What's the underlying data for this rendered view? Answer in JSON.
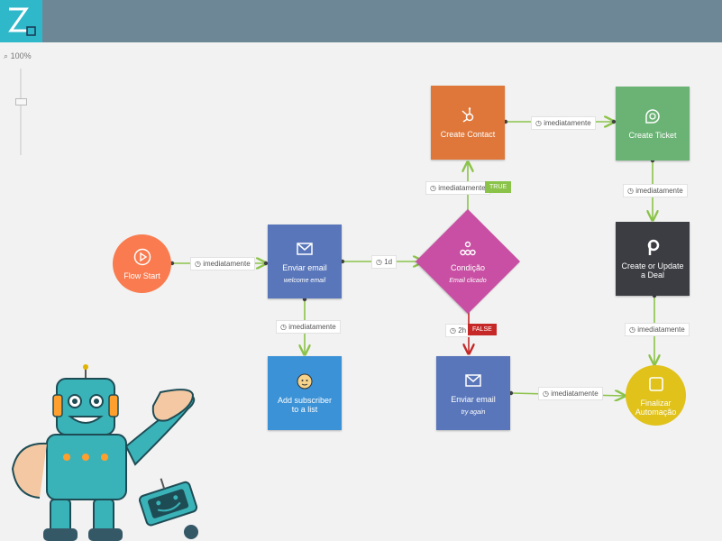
{
  "zoom": {
    "level": "100%"
  },
  "nodes": {
    "flow_start": {
      "label": "Flow Start"
    },
    "enviar_email_1": {
      "label": "Enviar email",
      "subtitle": "welcome email"
    },
    "add_subscriber": {
      "label": "Add subscriber to a list"
    },
    "condicao": {
      "label": "Condição",
      "subtitle": "Email clicado"
    },
    "create_contact": {
      "label": "Create Contact"
    },
    "create_ticket": {
      "label": "Create Ticket"
    },
    "create_deal": {
      "label": "Create or Update a Deal"
    },
    "enviar_email_2": {
      "label": "Enviar email",
      "subtitle": "try again"
    },
    "finalizar": {
      "label": "Finalizar Automação"
    }
  },
  "connectors": {
    "start_to_email": "imediatamente",
    "email_to_condicao": "1d",
    "email_to_subscriber": "imediatamente",
    "condicao_to_contact": "imediatamente",
    "contact_to_ticket": "imediatamente",
    "ticket_to_deal": "imediatamente",
    "deal_to_finalizar": "imediatamente",
    "condicao_to_email2": "2h",
    "email2_to_finalizar": "imediatamente"
  },
  "badges": {
    "true": "TRUE",
    "false": "FALSE"
  },
  "colors": {
    "flow_start": "#f97b4f",
    "enviar_email": "#5976ba",
    "add_subscriber": "#3b92d6",
    "condicao": "#c84fa3",
    "create_contact": "#df773a",
    "create_ticket": "#6ab374",
    "create_deal": "#3b3d42",
    "finalizar": "#e0c21b",
    "connector": "#8bc34a",
    "false_line": "#c62828"
  },
  "icons": [
    "logo-z",
    "search-icon",
    "play-icon",
    "envelope-icon",
    "mailchimp-icon",
    "condition-icon",
    "hubspot-icon",
    "freshdesk-icon",
    "pipedrive-icon",
    "square-icon",
    "robot-mascot"
  ]
}
